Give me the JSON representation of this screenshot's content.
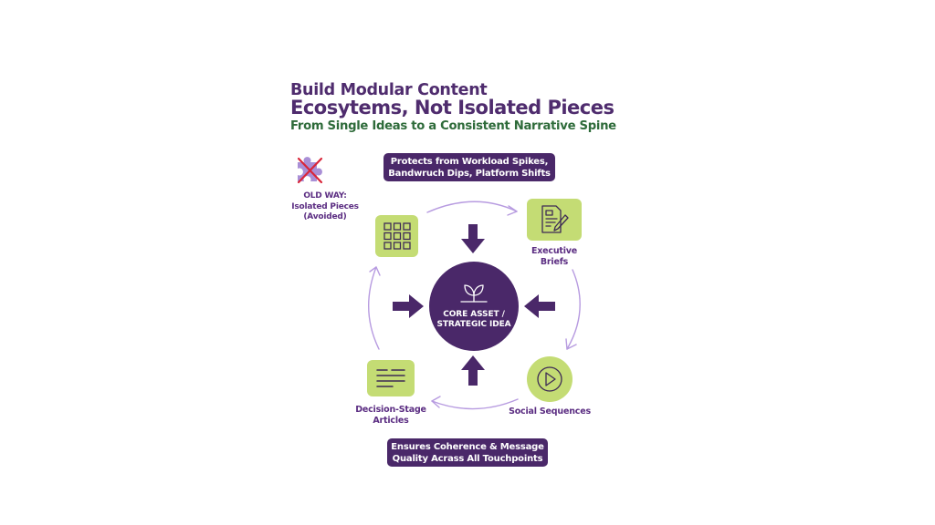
{
  "header": {
    "title_line1": "Build Modular Content",
    "title_line2": "Ecosytems, Not Isolated Pieces",
    "subtitle": "From Single Ideas to a Consistent Narrative Spine"
  },
  "banners": {
    "top": {
      "line1": "Protects from Workload Spikes,",
      "line2": "Bandwruch Dips, Platform Shifts"
    },
    "bottom": {
      "line1": "Ensures Coherence & Message",
      "line2": "Quality Acrass All Touchpoints"
    }
  },
  "old_way": {
    "icon": "crossed-out-puzzle-piece-icon",
    "line1": "OLD WAY:",
    "line2": "Isolated Pieces",
    "line3": "(Avoided)"
  },
  "core": {
    "icon": "sprout-icon",
    "line1": "CORE ASSET /",
    "line2": "STRATEGIC IDEA"
  },
  "nodes": [
    {
      "id": "modular-grid",
      "icon": "grid-icon",
      "label_line1": "",
      "label_line2": ""
    },
    {
      "id": "executive-briefs",
      "icon": "document-pen-icon",
      "label_line1": "Executive",
      "label_line2": "Briefs"
    },
    {
      "id": "social-sequences",
      "icon": "play-icon",
      "label_line1": "Social Sequences",
      "label_line2": ""
    },
    {
      "id": "decision-stage-articles",
      "icon": "text-lines-icon",
      "label_line1": "Decision-Stage",
      "label_line2": "Articles"
    }
  ],
  "colors": {
    "primary_purple": "#4a2869",
    "label_purple": "#5b2d82",
    "subtitle_green": "#2e6b3a",
    "tile_green": "#c4dc74",
    "cycle_arrow": "#b79be0",
    "puzzle": "#a98fd6",
    "cross_red": "#d9263a"
  }
}
